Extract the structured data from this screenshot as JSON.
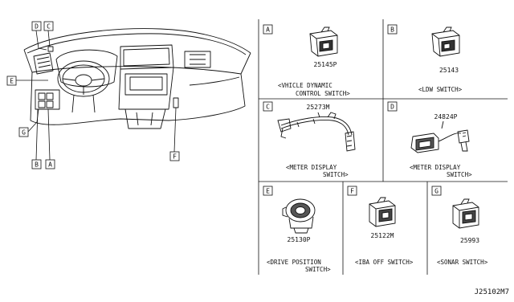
{
  "diagram_id": "J25102M7",
  "callouts": {
    "A": "A",
    "B": "B",
    "C": "C",
    "D": "D",
    "E": "E",
    "F": "F",
    "G": "G"
  },
  "panels": [
    {
      "key": "A",
      "part": "25145P",
      "caption": [
        "<VHICLE DYNAMIC",
        "CONTROL SWITCH>"
      ],
      "icon": "vehicle-dynamic-control-switch-icon"
    },
    {
      "key": "B",
      "part": "25143",
      "caption": [
        "<LDW SWITCH>"
      ],
      "icon": "ldw-switch-icon"
    },
    {
      "key": "C",
      "part": "25273M",
      "caption": [
        "<METER DISPLAY",
        "SWITCH>"
      ],
      "icon": "meter-display-switch-harness-icon"
    },
    {
      "key": "D",
      "part": "24824P",
      "caption": [
        "<METER DISPLAY",
        "SWITCH>"
      ],
      "icon": "meter-display-switch-icon"
    },
    {
      "key": "E",
      "part": "25130P",
      "caption": [
        "<DRIVE POSITION",
        "SWITCH>"
      ],
      "icon": "drive-position-switch-icon"
    },
    {
      "key": "F",
      "part": "25122M",
      "caption": [
        "<IBA OFF SWITCH>"
      ],
      "icon": "iba-off-switch-icon"
    },
    {
      "key": "G",
      "part": "25993",
      "caption": [
        "<SONAR SWITCH>"
      ],
      "icon": "sonar-switch-icon"
    }
  ]
}
